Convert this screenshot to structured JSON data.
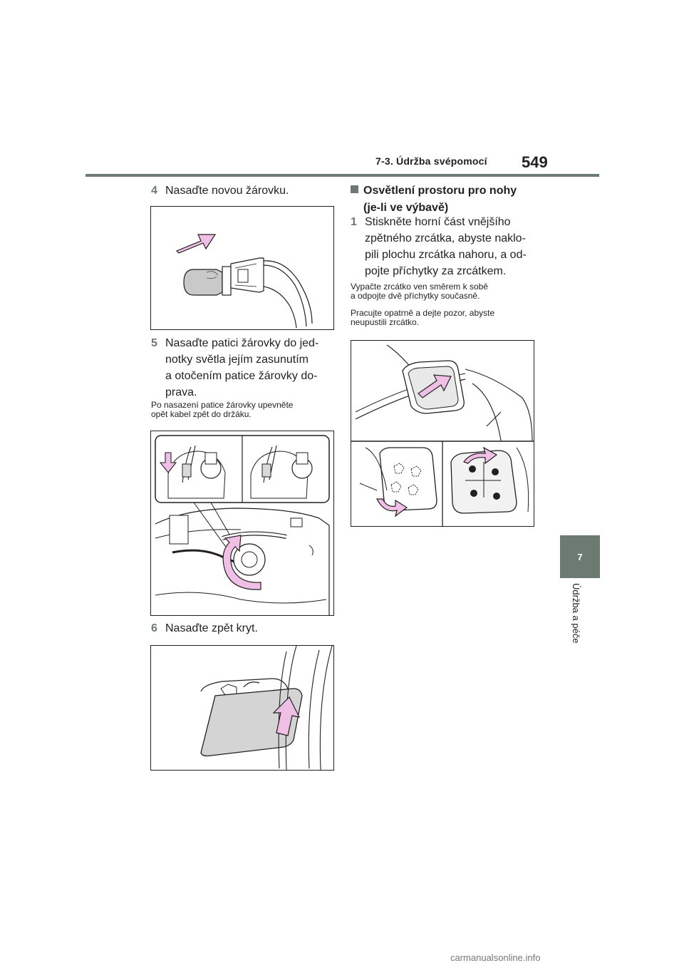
{
  "header": {
    "title": "7-3. Údržba svépomocí",
    "page_number": "549"
  },
  "side_tab": {
    "chapter": "7",
    "label": "Údržba a péče"
  },
  "left_column": {
    "step4": {
      "num": "4",
      "text": "Nasaďte novou žárovku."
    },
    "step5": {
      "num": "5",
      "lines": [
        "Nasaďte patici žárovky do jed-",
        "notky světla jejím zasunutím",
        "a otočením patice žárovky do-",
        "prava."
      ]
    },
    "note5": [
      "Po nasazení patice žárovky upevněte",
      "opět kabel zpět do držáku."
    ],
    "step6": {
      "num": "6",
      "text": "Nasaďte zpět kryt."
    }
  },
  "right_column": {
    "section_title": [
      "Osvětlení prostoru pro nohy",
      "(je-li ve výbavě)"
    ],
    "step1": {
      "num": "1",
      "lines": [
        "Stiskněte horní část vnějšího",
        "zpětného zrcátka, abyste naklo-",
        "pili plochu zrcátka nahoru, a od-",
        "pojte příchytky za zrcátkem."
      ]
    },
    "notes": [
      [
        "Vypačte zrcátko ven směrem k sobě",
        "a odpojte dvě příchytky současně."
      ],
      [
        "Pracujte opatrně a dejte pozor, abyste",
        "neupustili zrcátko."
      ]
    ]
  },
  "colors": {
    "accent": "#6d7a72",
    "arrow_fill": "#f0bfe6",
    "arrow_stroke": "#231f20"
  },
  "footer": "carmanualsonline.info"
}
